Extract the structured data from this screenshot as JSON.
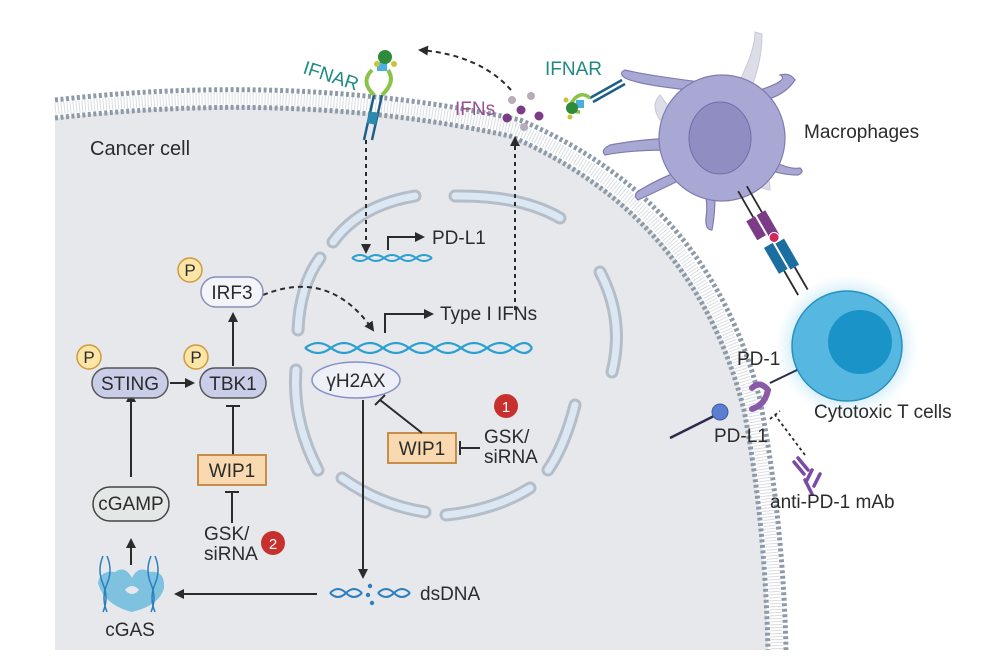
{
  "title": "WIP1 inhibition activates cGAS-STING / IFN signaling and PD-L1 in cancer cells",
  "colors": {
    "cytoplasm": "#e6e8ec",
    "membrane_dots": "#8f9aa8",
    "nuclear_envelope": "#b8c2cc",
    "protein_node": "#c9cde8",
    "wip1_fill": "#f8d9b0",
    "wip1_border": "#c4843c",
    "phospho_fill": "#fbe6a8",
    "phospho_border": "#d19a3a",
    "inhibitor_badge": "#c8302d",
    "dna": "#2b9fd0",
    "macrophage": "#a9a8d4",
    "tcell": "#56b8e0",
    "tcell_nucleus": "#1a93c8",
    "teal_text": "#1f8a84",
    "ifn_text": "#9a4f93"
  },
  "labels": {
    "cancer_cell": "Cancer cell",
    "ifnar_left": "IFNAR",
    "ifnar_right": "IFNAR",
    "ifns": "IFNs",
    "macrophages": "Macrophages",
    "pdl1_gene": "PD-L1",
    "type1_ifns": "Type I IFNs",
    "irf3": "IRF3",
    "sting": "STING",
    "tbk1": "TBK1",
    "phospho": "P",
    "yh2ax": "γH2AX",
    "wip1_nuclear": "WIP1",
    "wip1_cyto": "WIP1",
    "gsk_sirna_1_line1": "GSK/",
    "gsk_sirna_1_line2": "siRNA",
    "gsk_sirna_2_line1": "GSK/",
    "gsk_sirna_2_line2": "siRNA",
    "badge_1": "1",
    "badge_2": "2",
    "cgamp": "cGAMP",
    "cgas": "cGAS",
    "dsdna": "dsDNA",
    "pd1": "PD-1",
    "pdl1_surface": "PD-L1",
    "cytotoxic_t": "Cytotoxic T cells",
    "anti_pd1": "anti-PD-1 mAb"
  }
}
